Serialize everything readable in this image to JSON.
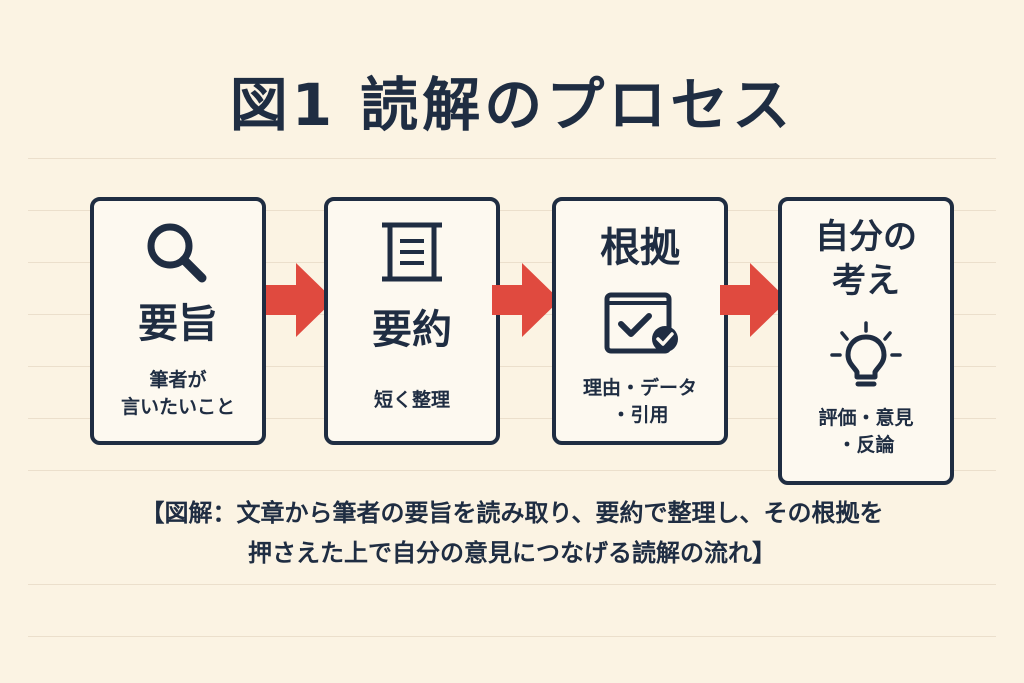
{
  "title": "図1 読解のプロセス",
  "steps": [
    {
      "title_lines": [
        "要旨"
      ],
      "desc_lines": [
        "筆者が",
        "言いたいこと"
      ],
      "icon": "magnifier-icon"
    },
    {
      "title_lines": [
        "要約"
      ],
      "desc_lines": [
        "短く整理"
      ],
      "icon": "document-icon"
    },
    {
      "title_lines": [
        "根拠"
      ],
      "desc_lines": [
        "理由・データ",
        "・引用"
      ],
      "icon": "checked-document-icon"
    },
    {
      "title_lines": [
        "自分の",
        "考え"
      ],
      "desc_lines": [
        "評価・意見",
        "・反論"
      ],
      "icon": "lightbulb-icon"
    }
  ],
  "caption_lines": [
    "【図解：文章から筆者の要旨を読み取り、要約で整理し、その根拠を",
    "押さえた上で自分の意見につなげる読解の流れ】"
  ],
  "colors": {
    "ink": "#1f2d42",
    "arrow": "#e04a3f",
    "background": "#fbf3e3"
  }
}
